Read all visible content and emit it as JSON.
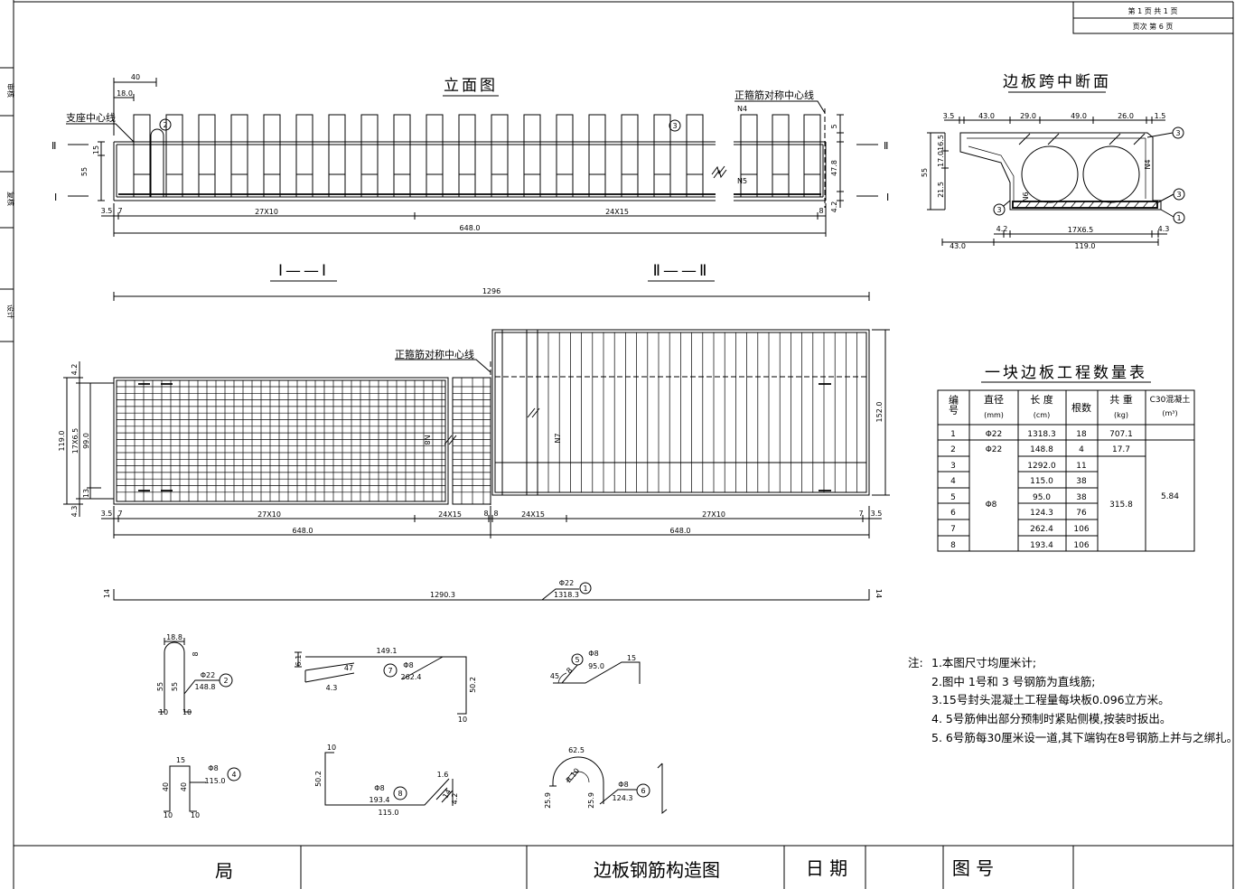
{
  "sheet_header": {
    "page_count": "第 1 页 共 1 页",
    "page_index": "页次 第 6 页"
  },
  "margin_strip": [
    "审核",
    "复核",
    "设计"
  ],
  "elevation": {
    "title": "立面图",
    "support_line": "支座中心线",
    "sym_line": "正箍筋对称中心线",
    "dim_40": "40",
    "dim_18": "18.0",
    "n4": "N4",
    "n5": "N5",
    "sec_II": "Ⅱ",
    "sec_I": "Ⅰ",
    "dim_left_15": "15",
    "dim_left_55": "55",
    "dim_right_5": "5",
    "dim_right_478": "47.8",
    "dim_right_42": "4.2",
    "dim_35": "3.5",
    "dim_7": "7",
    "dim_27x10": "27X10",
    "dim_24x15": "24X15",
    "dim_8": "8",
    "dim_648": "648.0",
    "mark_2": "2",
    "mark_3": "3"
  },
  "section": {
    "title": "边板跨中断面",
    "top_dims": [
      "3.5",
      "43.0",
      "29.0",
      "49.0",
      "26.0",
      "1.5"
    ],
    "left_dims": [
      "16.5",
      "17.0",
      "21.5",
      "55"
    ],
    "bottom_dims": [
      "4.2",
      "17X6.5",
      "4.3"
    ],
    "bottom_dims2": [
      "43.0",
      "119.0"
    ],
    "n6": "N6",
    "n4": "N4",
    "marks": [
      "3",
      "3",
      "1",
      "3"
    ]
  },
  "cuts": {
    "cut_I": "Ⅰ——Ⅰ",
    "cut_II": "Ⅱ——Ⅱ"
  },
  "plan": {
    "dim_total": "1296",
    "sym_line": "正箍筋对称中心线",
    "left_dims": [
      "4.2",
      "119.0",
      "17X6.5",
      "99.0",
      "13",
      "4.3"
    ],
    "right_dim": "152.0",
    "bottom_dims": [
      "3.5",
      "7",
      "27X10",
      "24X15",
      "8",
      "8",
      "24X15",
      "27X10",
      "7",
      "3.5"
    ],
    "bottom_dims2": [
      "648.0",
      "648.0"
    ],
    "n7": "N7",
    "n8": "N8"
  },
  "bar1": {
    "end_l": "14",
    "end_r": "14",
    "len": "1290.3",
    "dia": "Φ22",
    "total": "1318.3",
    "mark": "1"
  },
  "bar2": {
    "top": "18.8",
    "r": "8",
    "leg_l": "55",
    "leg_r": "55",
    "hook_l": "10",
    "hook_r": "10",
    "dia": "Φ22",
    "total": "148.8",
    "mark": "2"
  },
  "bar7": {
    "top": "149.1",
    "h": "6.1",
    "slope": "47",
    "dia": "Φ8",
    "total": "262.4",
    "low": "4.3",
    "leg": "50.2",
    "hook": "10",
    "mark": "7"
  },
  "bar5": {
    "dia": "Φ8",
    "total": "95.0",
    "top": "15",
    "ang": "45",
    "r": "8",
    "mark": "5"
  },
  "bar4": {
    "top": "15",
    "leg_l": "40",
    "leg_r": "40",
    "hook_l": "10",
    "hook_r": "10",
    "dia": "Φ8",
    "total": "115.0",
    "mark": "4"
  },
  "bar8": {
    "top": "10",
    "leg": "50.2",
    "dia": "Φ8",
    "total": "193.4",
    "base": "115.0",
    "a": "1.6",
    "b": "14",
    "c": "4.2",
    "mark": "8"
  },
  "bar6": {
    "top": "62.5",
    "r": "R.10",
    "leg_l": "25.9",
    "leg_r": "25.9",
    "dia": "Φ8",
    "total": "124.3",
    "mark": "6"
  },
  "table": {
    "title": "一块边板工程数量表",
    "headers": {
      "no": "编号",
      "dia": "直径",
      "dia_unit": "(mm)",
      "len": "长 度",
      "len_unit": "(cm)",
      "count": "根数",
      "wt": "共 重",
      "wt_unit": "(kg)",
      "conc": "C30混凝土",
      "conc_unit": "(m³)"
    },
    "rows": [
      {
        "no": "1",
        "dia": "Φ22",
        "len": "1318.3",
        "count": "18",
        "wt": "707.1"
      },
      {
        "no": "2",
        "dia": "Φ22",
        "len": "148.8",
        "count": "4",
        "wt": "17.7"
      },
      {
        "no": "3",
        "len": "1292.0",
        "count": "11"
      },
      {
        "no": "4",
        "len": "115.0",
        "count": "38"
      },
      {
        "no": "5",
        "len": "95.0",
        "count": "38"
      },
      {
        "no": "6",
        "len": "124.3",
        "count": "76"
      },
      {
        "no": "7",
        "len": "262.4",
        "count": "106"
      },
      {
        "no": "8",
        "len": "193.4",
        "count": "106"
      }
    ],
    "merged_dia": "Φ8",
    "merged_wt": "315.8",
    "merged_conc": "5.84"
  },
  "notes": {
    "label": "注:",
    "items": [
      "1.本图尺寸均厘米计;",
      "2.图中 1号和 3 号钢筋为直线筋;",
      "3.15号封头混凝土工程量每块板0.096立方米。",
      "4. 5号筋伸出部分预制时紧贴侧模,按装时扳出。",
      "5. 6号筋每30厘米设一道,其下端钩在8号钢筋上并与之绑扎。"
    ]
  },
  "title_block": {
    "org": "局",
    "drawing_title": "边板钢筋构造图",
    "date_label": "日 期",
    "no_label": "图 号"
  }
}
